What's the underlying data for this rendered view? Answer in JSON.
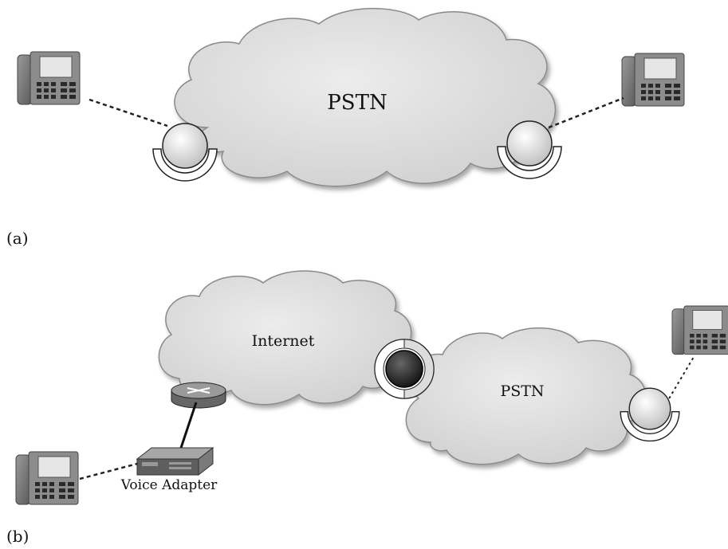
{
  "panel_a": {
    "label": "(a)",
    "cloud_label": "PSTN"
  },
  "panel_b": {
    "label": "(b)",
    "internet_label": "Internet",
    "pstn_label": "PSTN",
    "adapter_label": "Voice Adapter"
  },
  "icons": {
    "phone": "desk-phone-icon",
    "switch": "pstn-switch-icon",
    "gateway": "voip-gateway-icon",
    "router": "router-icon",
    "adapter": "voice-adapter-icon"
  },
  "colors": {
    "cloud_fill": "#d9d9d9",
    "cloud_stroke": "#8a8a8a",
    "gateway_core": "#222222",
    "line": "#222222"
  }
}
